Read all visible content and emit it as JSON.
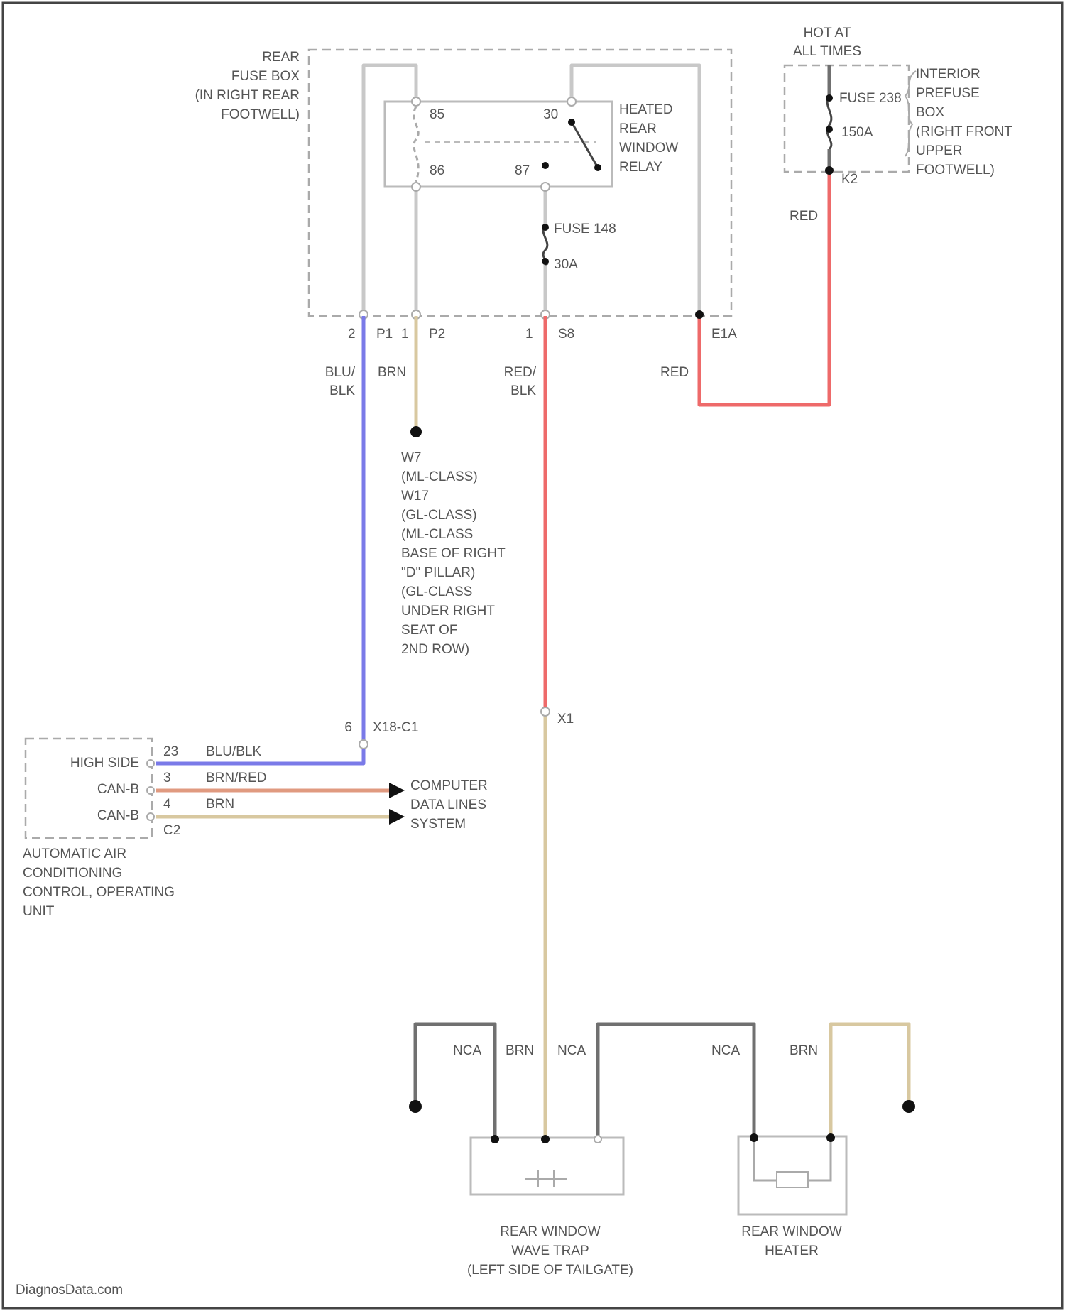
{
  "colors": {
    "gray": "#c8c8c8",
    "blue": "#7a7ae8",
    "brown": "#d8c8a0",
    "red": "#ee6a6a",
    "darkgray": "#707070",
    "redbrown": "#e09a80"
  },
  "rear_fuse_box": {
    "lines": [
      "REAR",
      "FUSE BOX",
      "(IN RIGHT REAR",
      "FOOTWELL)"
    ]
  },
  "relay": {
    "lines": [
      "HEATED",
      "REAR",
      "WINDOW",
      "RELAY"
    ],
    "pins": [
      "85",
      "30",
      "86",
      "87"
    ]
  },
  "fuse_148": {
    "name": "FUSE 148",
    "rating": "30A"
  },
  "hot_at_all_times": {
    "lines": [
      "HOT AT",
      "ALL TIMES"
    ]
  },
  "interior_prefuse_box": {
    "lines": [
      "INTERIOR",
      "PREFUSE",
      "BOX",
      "(RIGHT FRONT",
      "UPPER",
      "FOOTWELL)"
    ],
    "fuse_name": "FUSE 238",
    "fuse_rating": "150A",
    "connector": "K2"
  },
  "connectors": {
    "p1": {
      "pin": "2",
      "label": "P1"
    },
    "p2": {
      "pin": "1",
      "label": "P2"
    },
    "s8": {
      "pin": "1",
      "label": "S8"
    },
    "e1a": {
      "label": "E1A"
    },
    "x18": {
      "pin": "6",
      "label": "X18-C1"
    },
    "x1": {
      "label": "X1"
    }
  },
  "wire_labels": {
    "hot_red": "RED",
    "e1a_red": "RED",
    "p1_line1": "BLU/",
    "p1_line2": "BLK",
    "p2_brn": "BRN",
    "s8_line1": "RED/",
    "s8_line2": "BLK"
  },
  "ground_w7": {
    "lines": [
      "W7",
      "(ML-CLASS)",
      "W17",
      "(GL-CLASS)",
      "(ML-CLASS",
      "BASE OF RIGHT",
      "\"D\" PILLAR)",
      "(GL-CLASS",
      "UNDER RIGHT",
      "SEAT OF",
      "2ND ROW)"
    ]
  },
  "ac_unit": {
    "rows": [
      {
        "name": "HIGH SIDE",
        "pin": "23",
        "wire": "BLU/BLK"
      },
      {
        "name": "CAN-B",
        "pin": "3",
        "wire": "BRN/RED"
      },
      {
        "name": "CAN-B",
        "pin": "4",
        "wire": "BRN"
      }
    ],
    "connector": "C2",
    "lines": [
      "AUTOMATIC AIR",
      "CONDITIONING",
      "CONTROL, OPERATING",
      "UNIT"
    ]
  },
  "data_lines": {
    "lines": [
      "COMPUTER",
      "DATA LINES",
      "SYSTEM"
    ]
  },
  "bottom_wires": {
    "w1": "NCA",
    "w2": "BRN",
    "w3": "NCA",
    "w4": "NCA",
    "w5": "BRN"
  },
  "wave_trap": {
    "lines": [
      "REAR WINDOW",
      "WAVE TRAP",
      "(LEFT SIDE OF TAILGATE)"
    ]
  },
  "heater": {
    "lines": [
      "REAR WINDOW",
      "HEATER"
    ]
  },
  "watermark": "DiagnosData.com"
}
